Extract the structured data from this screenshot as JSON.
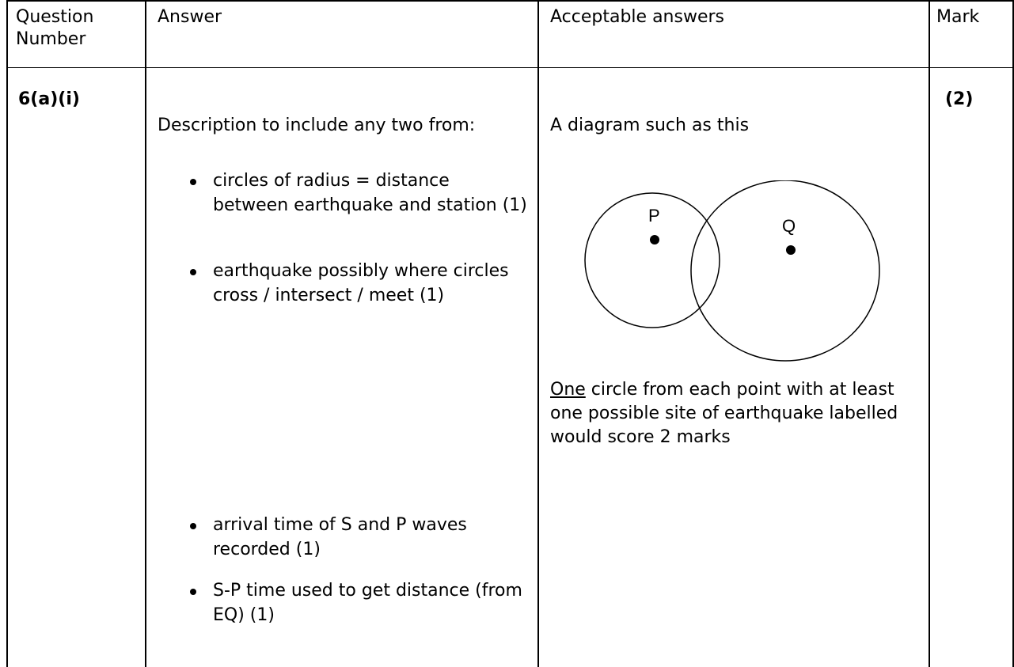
{
  "header": {
    "question_number": "Question Number",
    "answer": "Answer",
    "acceptable_answers": "Acceptable answers",
    "mark": "Mark"
  },
  "row": {
    "question": "6(a)(i)",
    "answer_intro": "Description to include any two from:",
    "bullets": [
      "circles of radius = distance between earthquake and station (1)",
      "earthquake possibly where circles cross / intersect / meet (1)",
      "arrival time of S and P waves recorded  (1)",
      "S-P time used to get distance (from EQ)  (1)"
    ],
    "acceptable_intro": "A diagram such as this",
    "diagram": {
      "label_p": "P",
      "label_q": "Q"
    },
    "note_underlined": "One",
    "note_rest": " circle from each point with at least one possible site of earthquake labelled would score 2 marks",
    "mark": "(2)"
  }
}
